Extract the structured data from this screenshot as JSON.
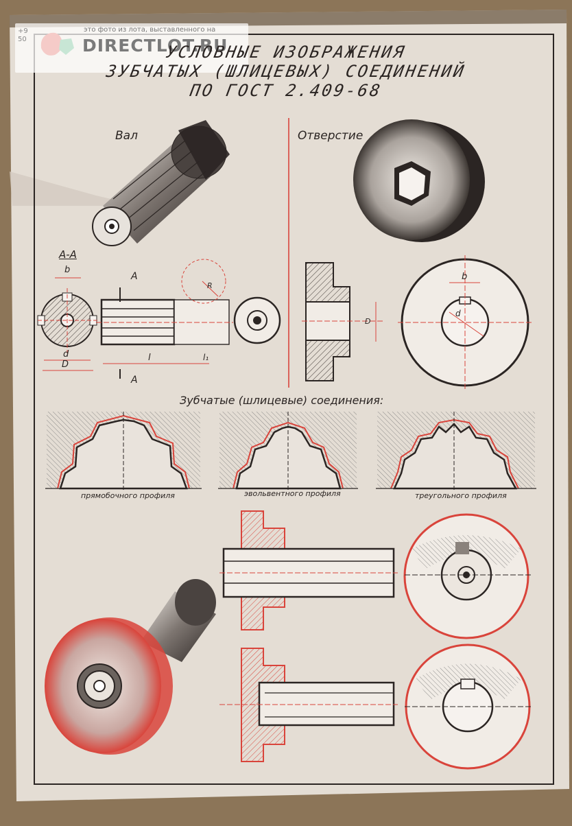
{
  "watermark": {
    "note": "это фото из лота, выставленного на",
    "brand": "DIRECTLOT.RU",
    "tag_top": "+9",
    "tag_bottom": "50"
  },
  "poster": {
    "title_lines": [
      "УСЛОВНЫЕ ИЗОБРАЖЕНИЯ",
      "ЗУБЧАТЫХ (ШЛИЦЕВЫХ) СОЕДИНЕНИЙ",
      "ПО ГОСТ 2.409-68"
    ],
    "shaft_label": "Вал",
    "hole_label": "Отверстие",
    "section_label": "А-А",
    "cut_letter": "A",
    "dims": {
      "b": "b",
      "d": "d",
      "D": "D",
      "l": "l",
      "l1": "l₁",
      "R": "R"
    },
    "profiles_heading": "Зубчатые (шлицевые) соединения:",
    "profiles": [
      "прямобочного профиля",
      "эвольвентного профиля",
      "треугольного профиля"
    ],
    "colors": {
      "paper": "#e4ddd4",
      "ink": "#2b2523",
      "accent_red": "#d9443b",
      "frame": "#3a3330"
    }
  }
}
